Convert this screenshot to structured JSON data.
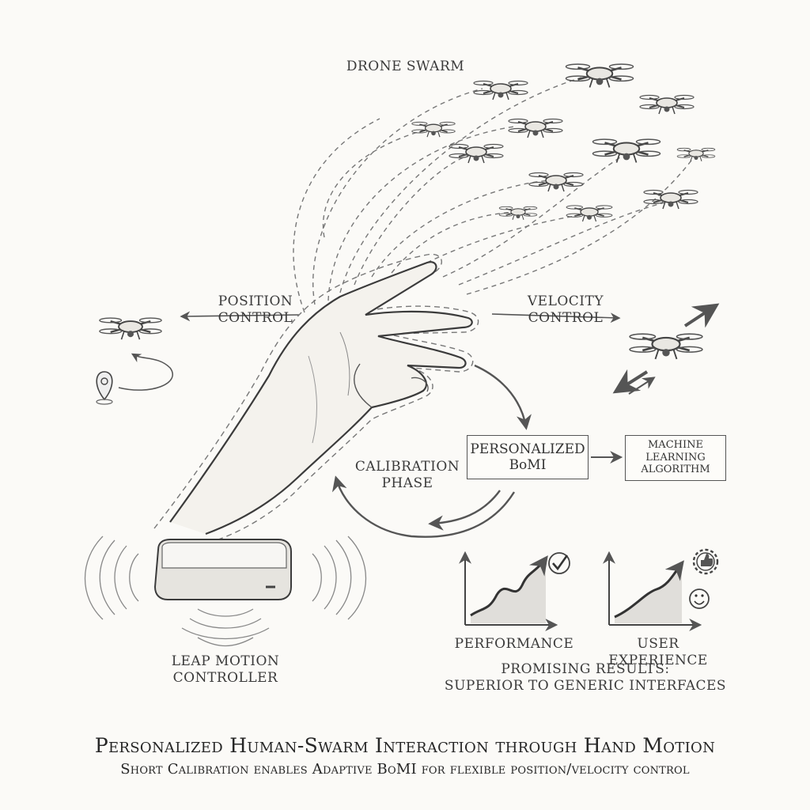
{
  "labels": {
    "drone_swarm": "DRONE SWARM",
    "position_control": [
      "POSITION",
      "CONTROL"
    ],
    "velocity_control": [
      "VELOCITY",
      "CONTROL"
    ],
    "calibration_phase": [
      "CALIBRATION",
      "PHASE"
    ],
    "personalized_bomi": [
      "PERSONALIZED",
      "BoMI"
    ],
    "ml_algorithm": [
      "MACHINE",
      "LEARNING",
      "ALGORITHM"
    ],
    "leap_motion": [
      "LEAP MOTION",
      "CONTROLLER"
    ],
    "performance": "PERFORMANCE",
    "user_experience": "USER EXPERIENCE",
    "results": [
      "PROMISING RESULTS:",
      "SUPERIOR TO GENERIC INTERFACES"
    ]
  },
  "title": "Personalized Human-Swarm Interaction through Hand Motion",
  "subtitle": "Short Calibration enables Adaptive BoMI for flexible position/velocity control",
  "icons": [
    "drone-icon",
    "location-pin-icon",
    "hand-illustration",
    "leap-motion-device-icon",
    "checkmark-icon",
    "gear-thumbs-up-icon",
    "smiley-icon"
  ],
  "colors": {
    "ink": "#3a3a3a",
    "paper": "#fbfaf7"
  }
}
